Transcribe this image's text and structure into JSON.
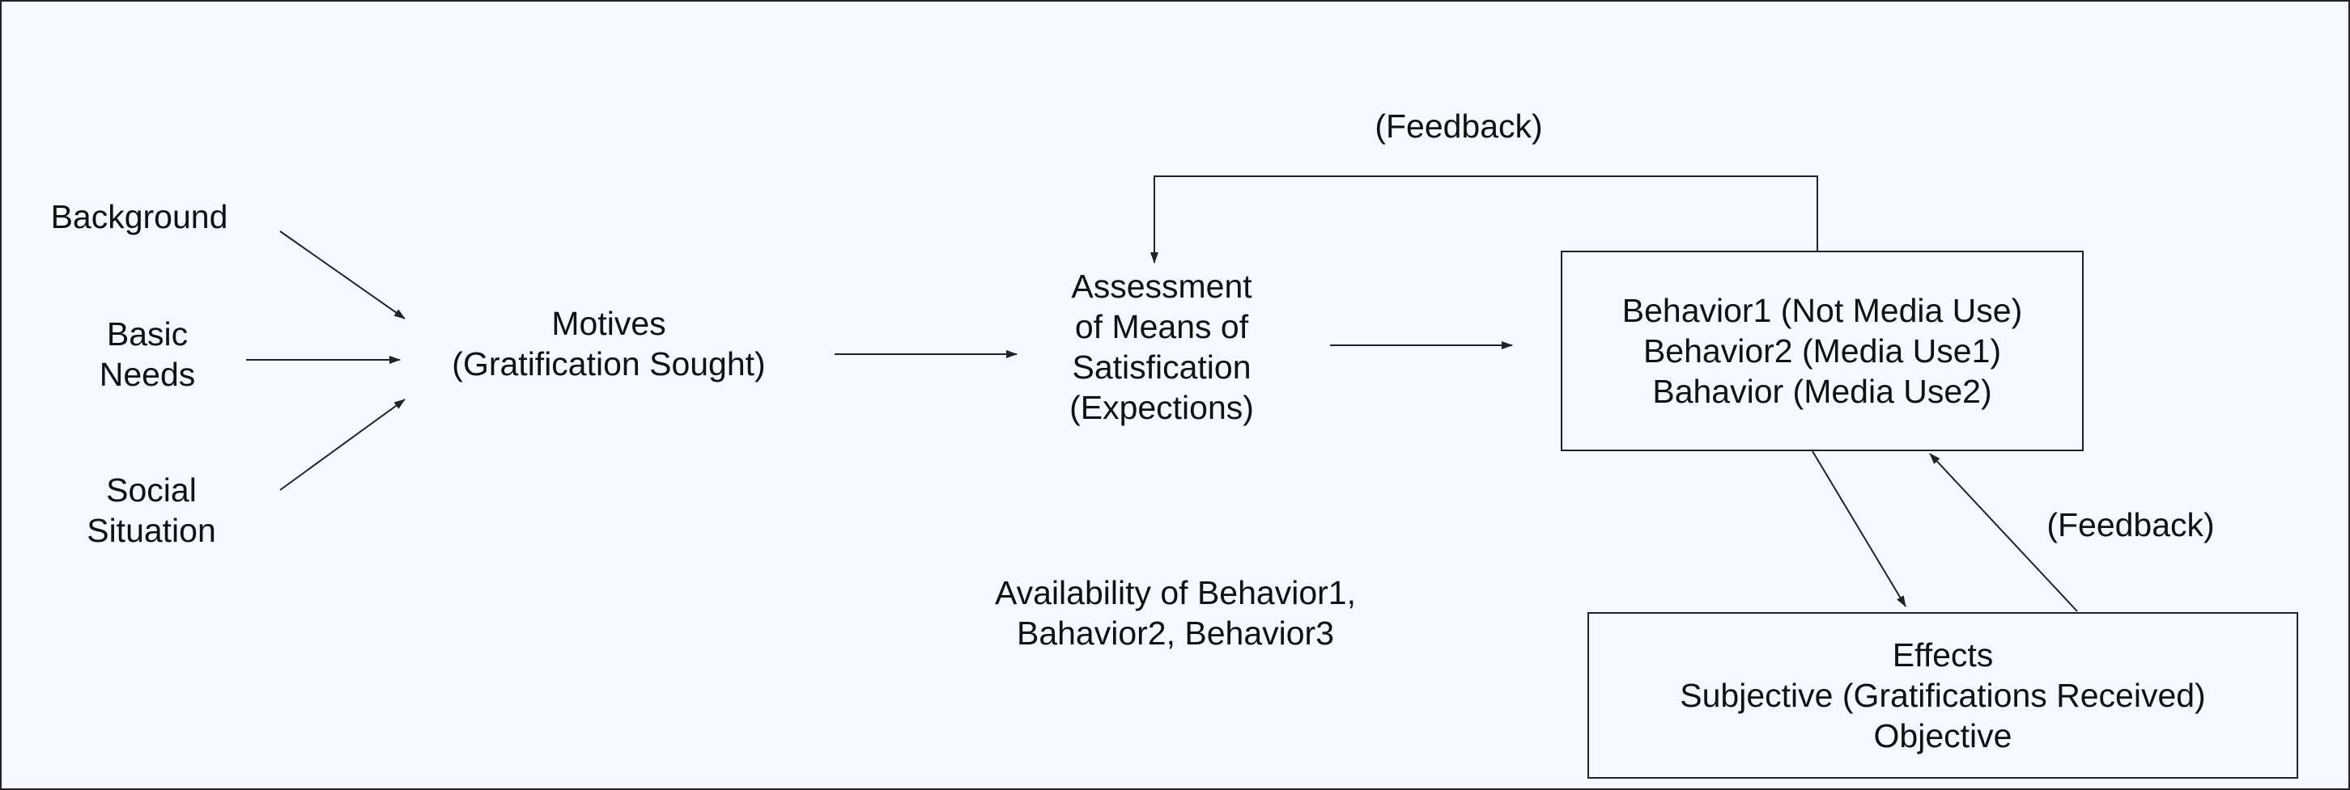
{
  "inputs": {
    "background": "Background",
    "basic_needs": [
      "Basic",
      "Needs"
    ],
    "social_situation": [
      "Social",
      "Situation"
    ]
  },
  "motives": [
    "Motives",
    "(Gratification Sought)"
  ],
  "assessment": [
    "Assessment",
    "of Means of",
    "Satisfication",
    "(Expections)"
  ],
  "behavior_box": [
    "Behavior1 (Not Media Use)",
    "Behavior2 (Media Use1)",
    "Bahavior (Media Use2)"
  ],
  "effects_box": [
    "Effects",
    "Subjective (Gratifications Received)",
    "Objective"
  ],
  "availability": [
    "Availability of Behavior1,",
    "Bahavior2, Behavior3"
  ],
  "feedback_top": "(Feedback)",
  "feedback_right": "(Feedback)",
  "colors": {
    "background": "#f5f9ff",
    "stroke": "#222222",
    "text": "#111111"
  }
}
